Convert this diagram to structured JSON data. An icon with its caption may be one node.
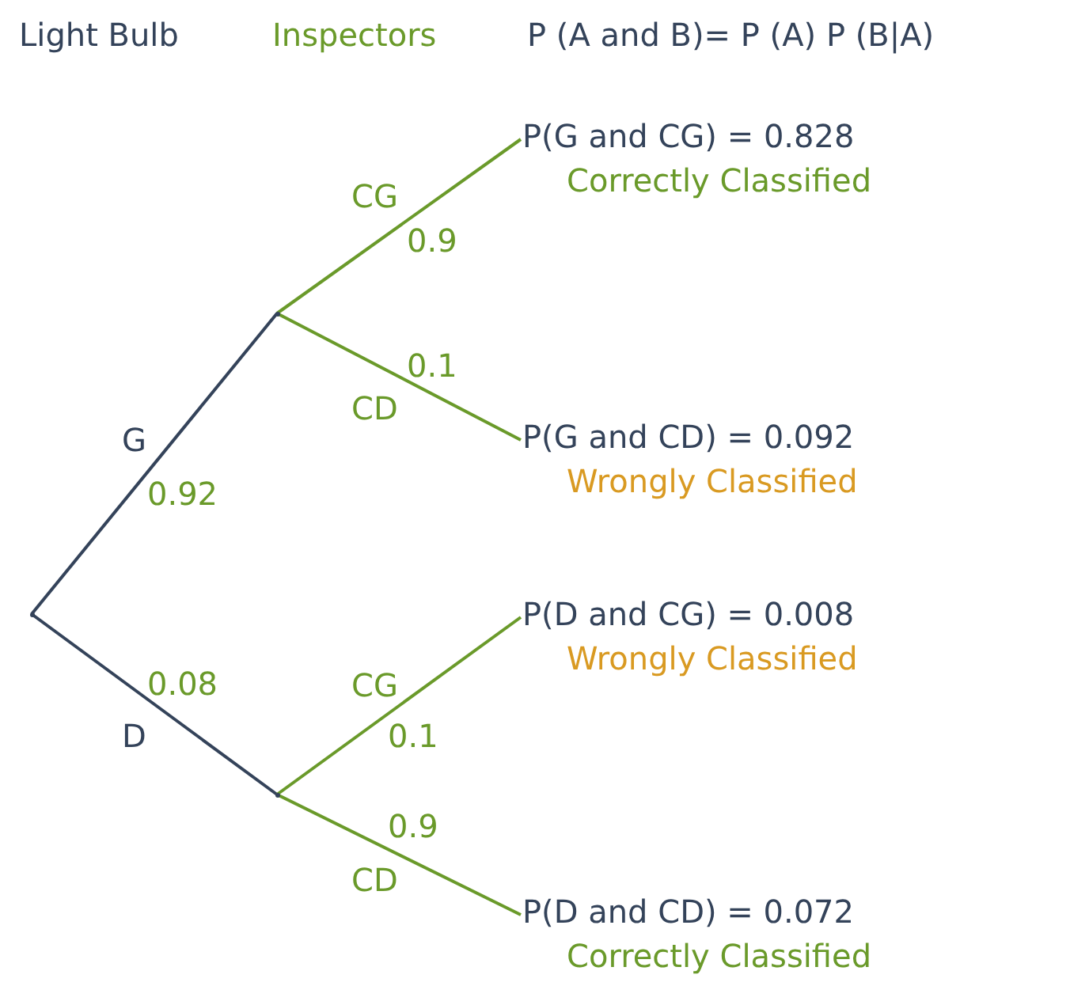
{
  "diagram": {
    "nodes": [
      {
        "text": [],
        "shape": "point"
      },
      {
        "text": [],
        "shape": "point"
      },
      {
        "text": [],
        "shape": "point"
      },
      {
        "text": [
          "P(G and CG) = 0.828",
          "Correctly Classified"
        ]
      },
      {
        "text": [
          "P(G and CD) = 0.092",
          "Wrongly Classified"
        ]
      },
      {
        "text": [
          "P(D and CG) = 0.008",
          "Wrongly Classified"
        ]
      },
      {
        "text": [
          "P(D and CD) = 0.072",
          "Correctly Classified"
        ]
      }
    ],
    "edges": [
      {
        "from": 0,
        "to": 1,
        "arrow": "none",
        "label": "G",
        "color": "#34435a"
      },
      {
        "from": 0,
        "to": 2,
        "arrow": "none",
        "label": "D",
        "color": "#34435a"
      },
      {
        "from": 1,
        "to": 3,
        "arrow": "none",
        "label": "CG"
      },
      {
        "from": 1,
        "to": 4,
        "arrow": "none",
        "label": "CD"
      },
      {
        "from": 2,
        "to": 5,
        "arrow": "none",
        "label": "CG"
      },
      {
        "from": 2,
        "to": 6,
        "arrow": "none",
        "label": "CD"
      }
    ],
    "labels": [
      "Light Bulb",
      "Inspectors",
      "P (A and B)= P (A) P (B|A)",
      "0.9",
      "0.1",
      "0.92",
      "0.08",
      "0.1",
      "0.9"
    ]
  }
}
